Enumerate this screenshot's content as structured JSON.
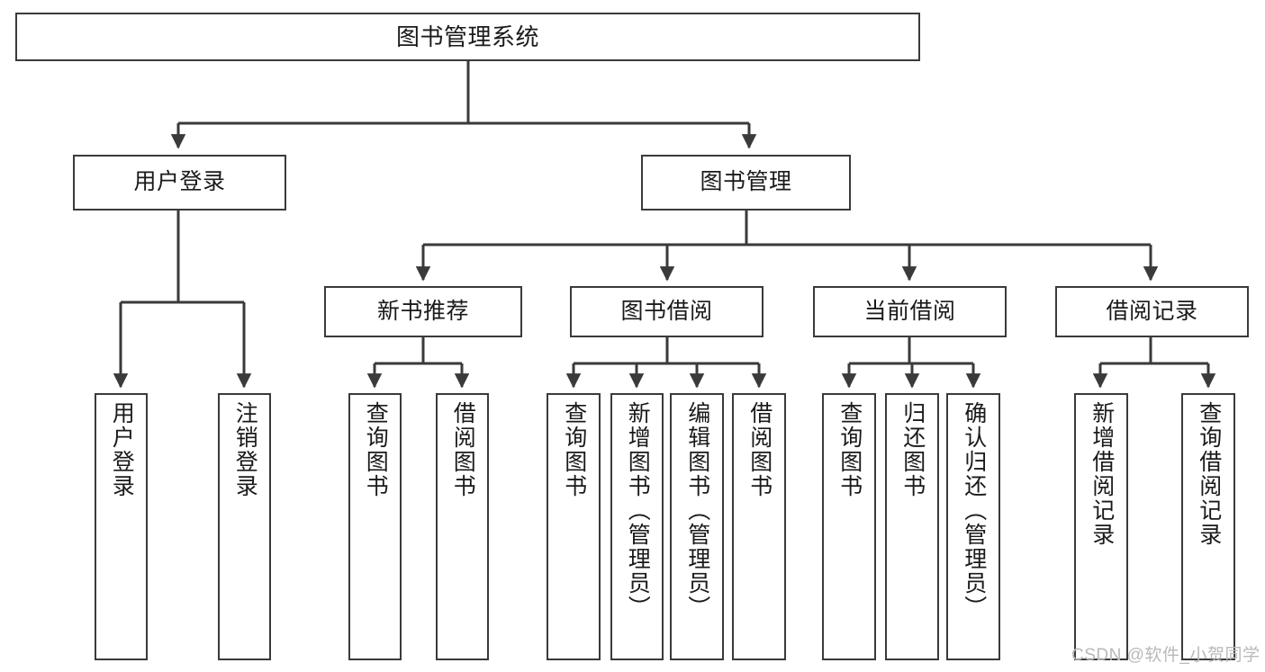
{
  "diagram": {
    "title_text": "图书管理系统",
    "type": "tree-hierarchy-diagram",
    "stroke_color": "#3a3a3a",
    "fill_color": "#ffffff",
    "text_color": "#1a1a1a"
  },
  "root": {
    "label": "图书管理系统"
  },
  "level2": [
    {
      "label": "用户登录"
    },
    {
      "label": "图书管理"
    }
  ],
  "level3": [
    {
      "label": "新书推荐"
    },
    {
      "label": "图书借阅"
    },
    {
      "label": "当前借阅"
    },
    {
      "label": "借阅记录"
    }
  ],
  "leaves": {
    "user_login": [
      {
        "label": "用户登录"
      },
      {
        "label": "注销登录"
      }
    ],
    "new_book_recommend": [
      {
        "label": "查询图书"
      },
      {
        "label": "借阅图书"
      }
    ],
    "book_borrow": [
      {
        "label": "查询图书"
      },
      {
        "label": "新增图书（管理员）"
      },
      {
        "label": "编辑图书（管理员）"
      },
      {
        "label": "借阅图书"
      }
    ],
    "current_borrow": [
      {
        "label": "查询图书"
      },
      {
        "label": "归还图书"
      },
      {
        "label": "确认归还（管理员）"
      }
    ],
    "borrow_record": [
      {
        "label": "新增借阅记录"
      },
      {
        "label": "查询借阅记录"
      }
    ]
  },
  "watermark": {
    "text": "CSDN @软件_小贺同学"
  },
  "chart_data": {
    "type": "table",
    "title": "图书管理系统",
    "nodes": [
      {
        "id": "root",
        "label": "图书管理系统",
        "level": 0,
        "parent": null
      },
      {
        "id": "user-login",
        "label": "用户登录",
        "level": 1,
        "parent": "root"
      },
      {
        "id": "book-manage",
        "label": "图书管理",
        "level": 1,
        "parent": "root"
      },
      {
        "id": "leaf-user-login",
        "label": "用户登录",
        "level": 2,
        "parent": "user-login"
      },
      {
        "id": "leaf-logout",
        "label": "注销登录",
        "level": 2,
        "parent": "user-login"
      },
      {
        "id": "new-book",
        "label": "新书推荐",
        "level": 2,
        "parent": "book-manage"
      },
      {
        "id": "book-borrow",
        "label": "图书借阅",
        "level": 2,
        "parent": "book-manage"
      },
      {
        "id": "current-borrow",
        "label": "当前借阅",
        "level": 2,
        "parent": "book-manage"
      },
      {
        "id": "borrow-record",
        "label": "借阅记录",
        "level": 2,
        "parent": "book-manage"
      },
      {
        "id": "nb-query",
        "label": "查询图书",
        "level": 3,
        "parent": "new-book"
      },
      {
        "id": "nb-borrow",
        "label": "借阅图书",
        "level": 3,
        "parent": "new-book"
      },
      {
        "id": "bb-query",
        "label": "查询图书",
        "level": 3,
        "parent": "book-borrow"
      },
      {
        "id": "bb-add",
        "label": "新增图书（管理员）",
        "level": 3,
        "parent": "book-borrow"
      },
      {
        "id": "bb-edit",
        "label": "编辑图书（管理员）",
        "level": 3,
        "parent": "book-borrow"
      },
      {
        "id": "bb-borrow",
        "label": "借阅图书",
        "level": 3,
        "parent": "book-borrow"
      },
      {
        "id": "cb-query",
        "label": "查询图书",
        "level": 3,
        "parent": "current-borrow"
      },
      {
        "id": "cb-return",
        "label": "归还图书",
        "level": 3,
        "parent": "current-borrow"
      },
      {
        "id": "cb-confirm",
        "label": "确认归还（管理员）",
        "level": 3,
        "parent": "current-borrow"
      },
      {
        "id": "br-add",
        "label": "新增借阅记录",
        "level": 3,
        "parent": "borrow-record"
      },
      {
        "id": "br-query",
        "label": "查询借阅记录",
        "level": 3,
        "parent": "borrow-record"
      }
    ]
  }
}
